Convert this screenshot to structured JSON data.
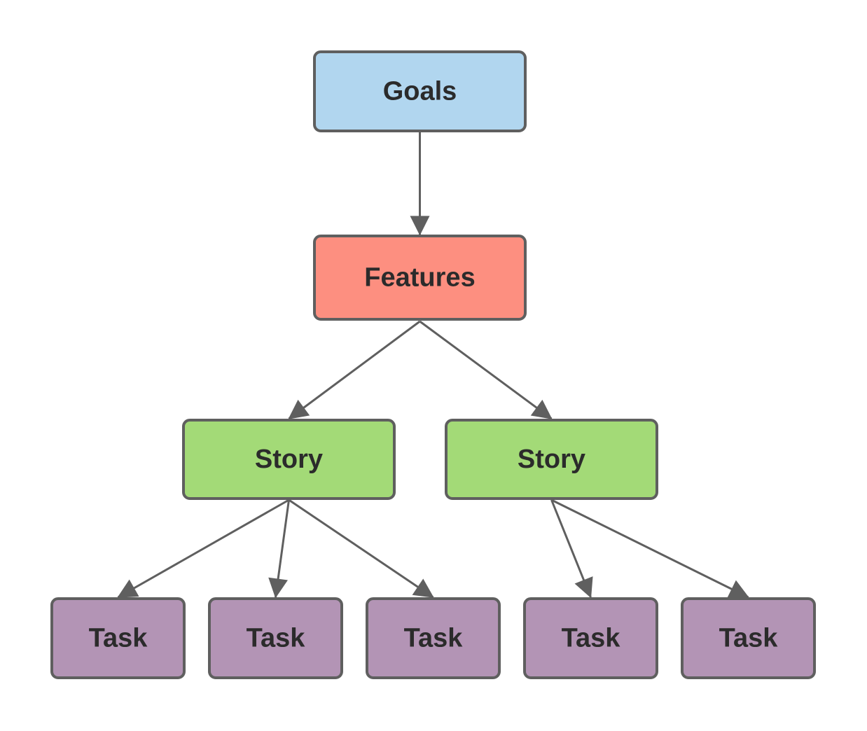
{
  "colors": {
    "goals": "#b1d6ef",
    "features": "#fd8f80",
    "story": "#a3da77",
    "task": "#b394b5",
    "border": "#5f5f5f",
    "text": "#2b2b2b"
  },
  "nodes": {
    "goals": {
      "label": "Goals"
    },
    "features": {
      "label": "Features"
    },
    "story_1": {
      "label": "Story"
    },
    "story_2": {
      "label": "Story"
    },
    "task_1": {
      "label": "Task"
    },
    "task_2": {
      "label": "Task"
    },
    "task_3": {
      "label": "Task"
    },
    "task_4": {
      "label": "Task"
    },
    "task_5": {
      "label": "Task"
    }
  },
  "edges": [
    {
      "from": "goals",
      "to": "features"
    },
    {
      "from": "features",
      "to": "story_1"
    },
    {
      "from": "features",
      "to": "story_2"
    },
    {
      "from": "story_1",
      "to": "task_1"
    },
    {
      "from": "story_1",
      "to": "task_2"
    },
    {
      "from": "story_1",
      "to": "task_3"
    },
    {
      "from": "story_2",
      "to": "task_4"
    },
    {
      "from": "story_2",
      "to": "task_5"
    }
  ]
}
